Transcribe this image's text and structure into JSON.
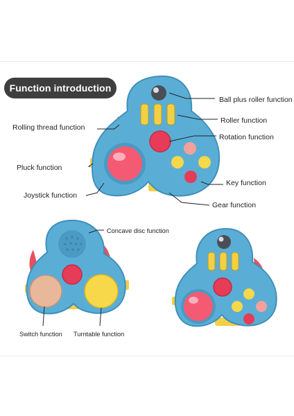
{
  "title": "Function introduction",
  "labels": {
    "ball_roller": "Ball plus roller function",
    "roller": "Roller function",
    "rotation": "Rotation function",
    "rolling_thread": "Rolling thread function",
    "pluck": "Pluck function",
    "key": "Key function",
    "joystick": "Joystick function",
    "gear": "Gear function",
    "concave_disc": "Concave disc function",
    "switch": "Switch function",
    "turntable": "Turntable function"
  },
  "colors": {
    "body_blue": "#5aaed6",
    "body_blue_dark": "#3f8fba",
    "pink": "#f0506a",
    "yellow": "#f6d84a",
    "peach": "#e9b89a",
    "callout_line": "#222222",
    "title_bg": "#3e3e3e"
  }
}
